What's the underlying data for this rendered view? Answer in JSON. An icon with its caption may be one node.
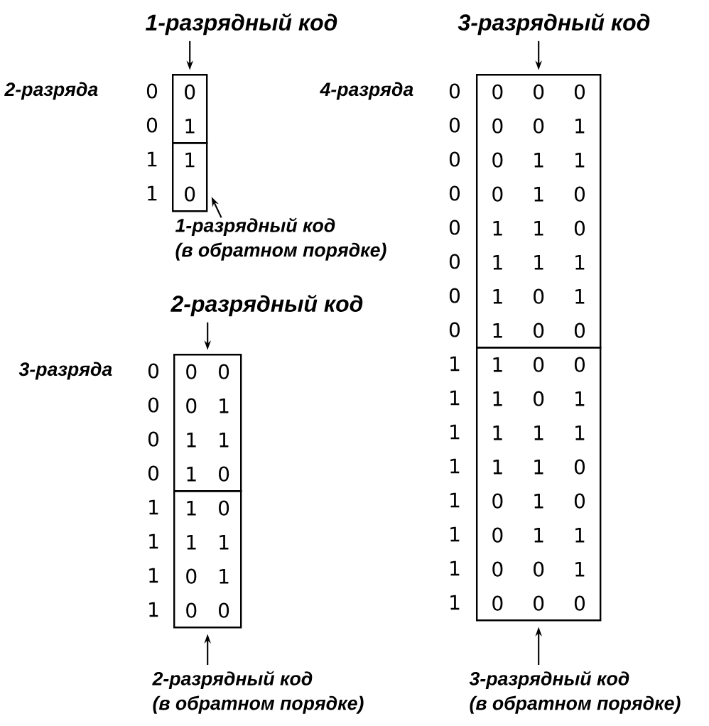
{
  "diagram": {
    "nodes": [
      {
        "text": [
          "1-разрядный код"
        ]
      },
      {
        "text": [
          "0",
          "1"
        ]
      },
      {
        "text": [
          "1",
          "0"
        ]
      },
      {
        "text": [
          "1-разрядный код (в обратном порядке)"
        ]
      },
      {
        "text": [
          "2-разрядный код"
        ]
      },
      {
        "text": [
          "0 0",
          "0 1",
          "1 1",
          "1 0"
        ]
      },
      {
        "text": [
          "1 0",
          "1 1",
          "0 1",
          "0 0"
        ]
      },
      {
        "text": [
          "2-разрядный код (в обратном порядке)"
        ]
      },
      {
        "text": [
          "3-разрядный код"
        ]
      },
      {
        "text": [
          "0 0 0",
          "0 0 1",
          "0 1 1",
          "0 1 0",
          "1 1 0",
          "1 1 1",
          "1 0 1",
          "1 0 0"
        ]
      },
      {
        "text": [
          "1 0 0",
          "1 0 1",
          "1 1 1",
          "1 1 0",
          "0 1 0",
          "0 1 1",
          "0 0 1",
          "0 0 0"
        ]
      },
      {
        "text": [
          "3-разрядный код (в обратном порядке)"
        ]
      }
    ],
    "edges": [
      {
        "from": 0,
        "to": 1,
        "arrow": "to"
      },
      {
        "from": 3,
        "to": 2,
        "arrow": "to"
      },
      {
        "from": 4,
        "to": 5,
        "arrow": "to"
      },
      {
        "from": 7,
        "to": 6,
        "arrow": "to"
      },
      {
        "from": 8,
        "to": 9,
        "arrow": "to"
      },
      {
        "from": 11,
        "to": 10,
        "arrow": "to"
      }
    ],
    "labels": [
      "2-разряда",
      "0",
      "0",
      "1",
      "1",
      "3-разряда",
      "0",
      "0",
      "0",
      "0",
      "1",
      "1",
      "1",
      "1",
      "4-разряда",
      "0",
      "0",
      "0",
      "0",
      "0",
      "0",
      "0",
      "0",
      "1",
      "1",
      "1",
      "1",
      "1",
      "1",
      "1",
      "1"
    ]
  }
}
